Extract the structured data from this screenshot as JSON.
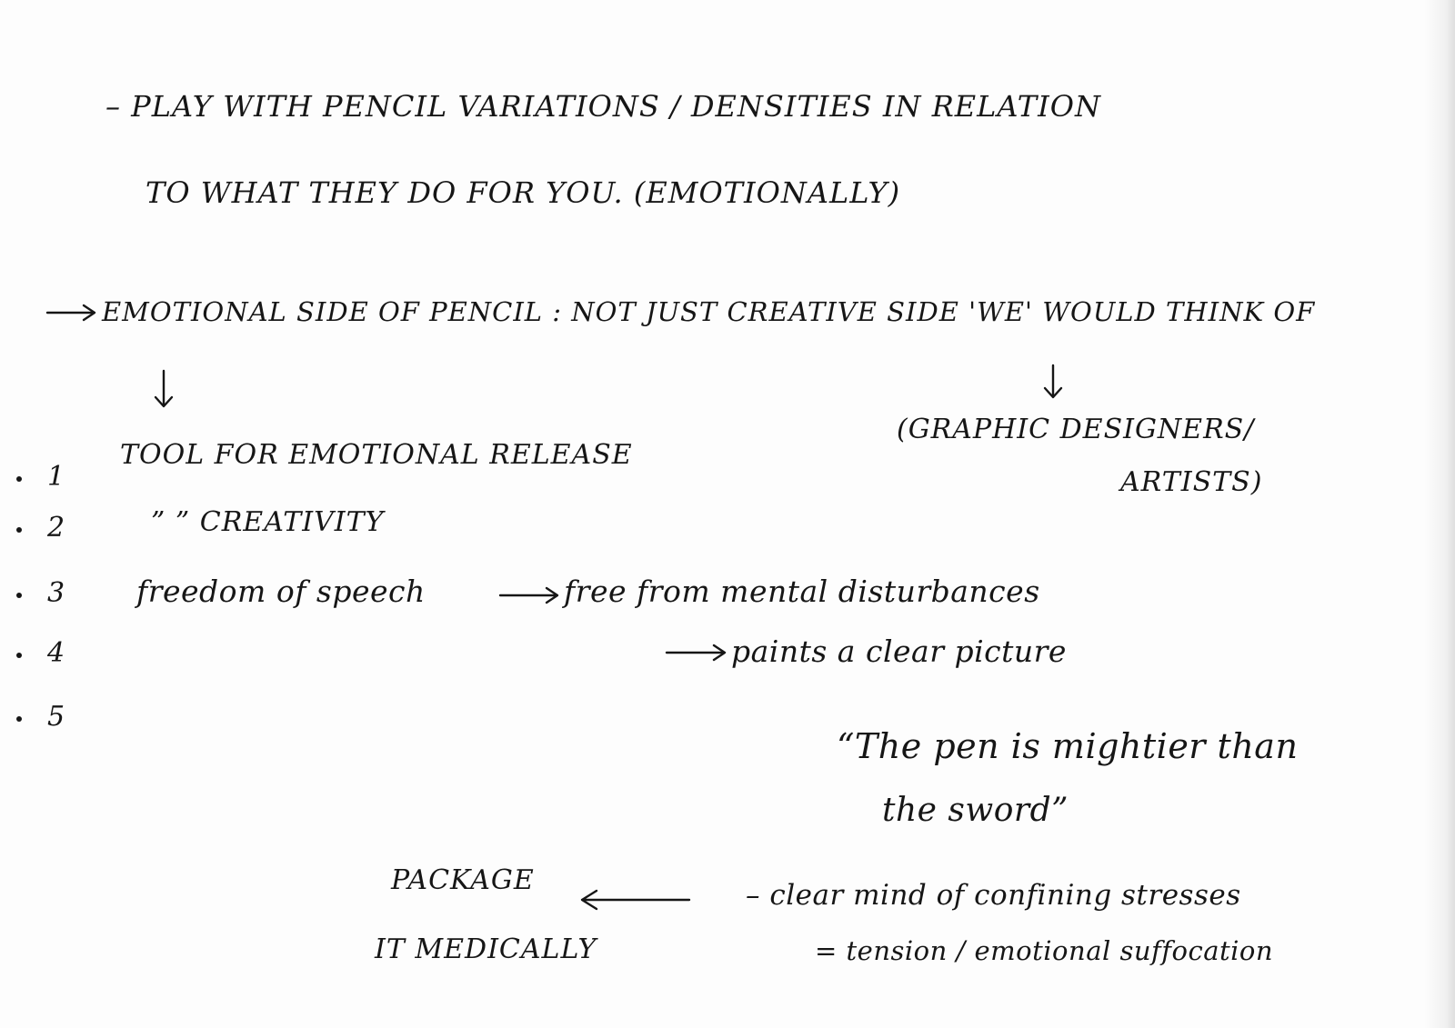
{
  "note": {
    "line1": "– PLAY WITH PENCIL VARIATIONS / DENSITIES IN RELATION",
    "line2": "TO WHAT THEY DO FOR YOU. (EMOTIONALLY)",
    "line3": "EMOTIONAL SIDE OF PENCIL : NOT JUST CREATIVE SIDE 'WE' WOULD THINK OF",
    "graphic_1": "(GRAPHIC DESIGNERS/",
    "graphic_2": "ARTISTS)",
    "items": [
      {
        "num": "1",
        "text": "TOOL FOR EMOTIONAL RELEASE"
      },
      {
        "num": "2",
        "text": "” ” CREATIVITY"
      },
      {
        "num": "3",
        "text": "freedom of speech"
      },
      {
        "num": "4",
        "text": ""
      },
      {
        "num": "5",
        "text": ""
      }
    ],
    "free_from": "free from mental disturbances",
    "paints": "paints a clear picture",
    "quote_1": "“The pen is mightier than",
    "quote_2": "the sword”",
    "package_1": "PACKAGE",
    "package_2": "IT MEDICALLY",
    "clear_mind": "– clear mind of confining stresses",
    "tension": "= tension / emotional suffocation"
  }
}
